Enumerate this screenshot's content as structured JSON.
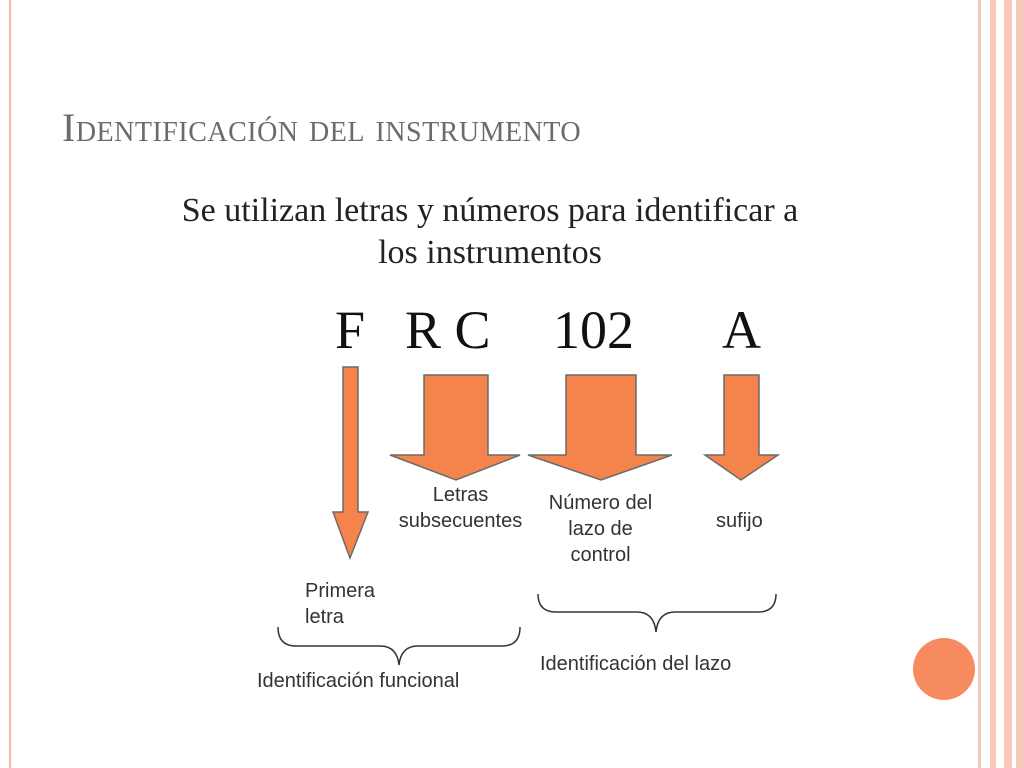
{
  "slide": {
    "title": "Identificación del instrumento",
    "subtitle": "Se utilizan letras y números para identificar a los instrumentos"
  },
  "tag": {
    "parts": [
      "F",
      "R C",
      "102",
      "A"
    ]
  },
  "labels": {
    "primera_letra": "Primera letra",
    "letras_subsecuentes": "Letras subsecuentes",
    "numero_lazo": "Número del lazo de control",
    "sufijo": "sufijo",
    "identificacion_funcional": "Identificación funcional",
    "identificacion_lazo": "Identificación del lazo"
  },
  "colors": {
    "arrow_fill": "#f5844c",
    "arrow_stroke": "#6b6b6b",
    "accent_dot": "#f58b5e",
    "border": "#f4b7a2",
    "title": "#6b6b6b"
  }
}
